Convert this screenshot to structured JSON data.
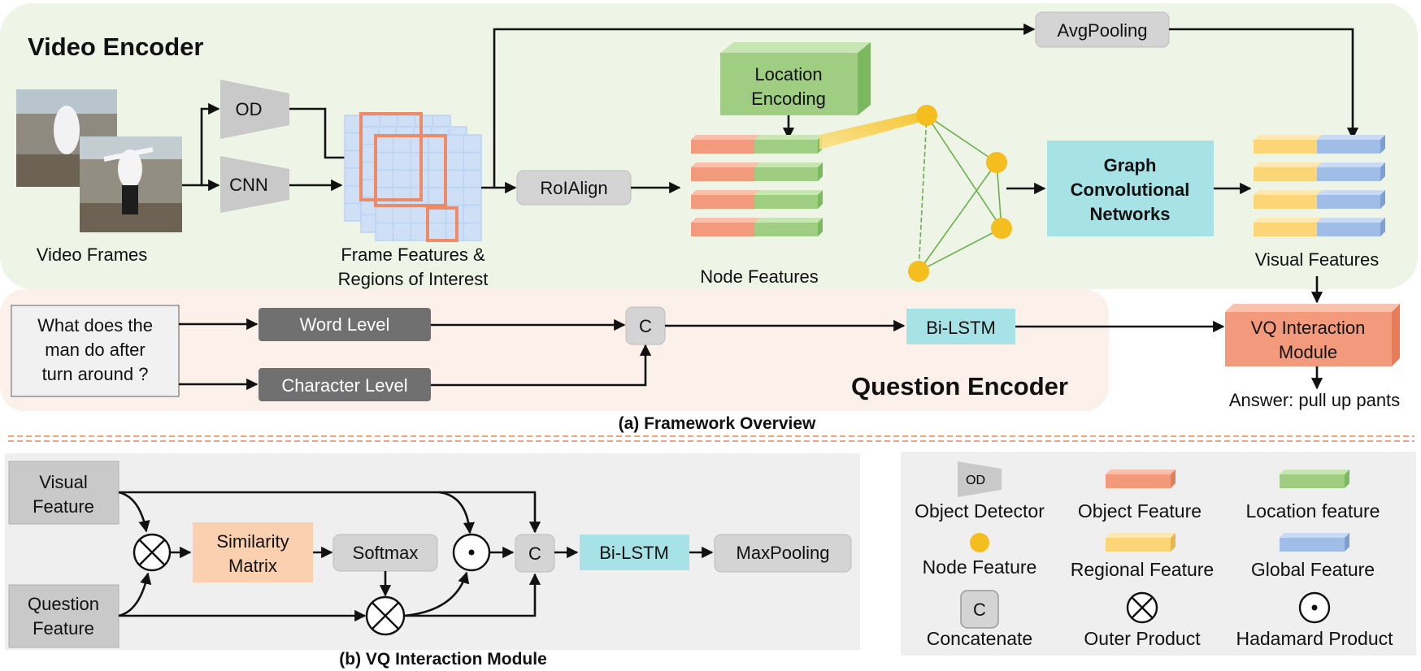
{
  "top": {
    "video_encoder_title": "Video Encoder",
    "question_encoder_title": "Question Encoder",
    "caption": "(a) Framework Overview",
    "video_frames_label": "Video Frames",
    "od": "OD",
    "cnn": "CNN",
    "frame_features_label": [
      "Frame Features &",
      "Regions of Interest"
    ],
    "roialign": "RoIAlign",
    "location_encoding": [
      "Location",
      "Encoding"
    ],
    "node_features_label": "Node Features",
    "avgpooling": "AvgPooling",
    "gcn": [
      "Graph",
      "Convolutional",
      "Networks"
    ],
    "visual_features_label": "Visual Features",
    "question_text": [
      "What does the",
      "man do after",
      "turn around ?"
    ],
    "word_level": "Word Level",
    "character_level": "Character Level",
    "concat": "C",
    "bilstm": "Bi-LSTM",
    "vq_module": [
      "VQ Interaction",
      "Module"
    ],
    "answer": "Answer: pull up pants"
  },
  "bottom": {
    "caption": "(b) VQ Interaction Module",
    "visual_feature": [
      "Visual",
      "Feature"
    ],
    "question_feature": [
      "Question",
      "Feature"
    ],
    "similarity_matrix": [
      "Similarity",
      "Matrix"
    ],
    "softmax": "Softmax",
    "concat": "C",
    "bilstm": "Bi-LSTM",
    "maxpooling": "MaxPooling"
  },
  "legend": {
    "object_detector_icon": "OD",
    "object_detector": "Object Detector",
    "object_feature": "Object Feature",
    "location_feature": "Location feature",
    "node_feature": "Node Feature",
    "regional_feature": "Regional Feature",
    "global_feature": "Global Feature",
    "concatenate_icon": "C",
    "concatenate": "Concatenate",
    "outer_product": "Outer Product",
    "hadamard_product": "Hadamard Product"
  },
  "colors": {
    "video_bg": "#eef5e7",
    "question_bg": "#fbf0ea",
    "gray_box": "#d4d4d4",
    "dark_box": "#707070",
    "orange": "#f39a7c",
    "green": "#9fce83",
    "yellow": "#fbd576",
    "blue": "#9fbde6",
    "cyan": "#a6e2e6",
    "peach": "#fad0b0",
    "node": "#f5be1f",
    "grid": "#b9d3f2",
    "roi": "#ee8a66"
  }
}
